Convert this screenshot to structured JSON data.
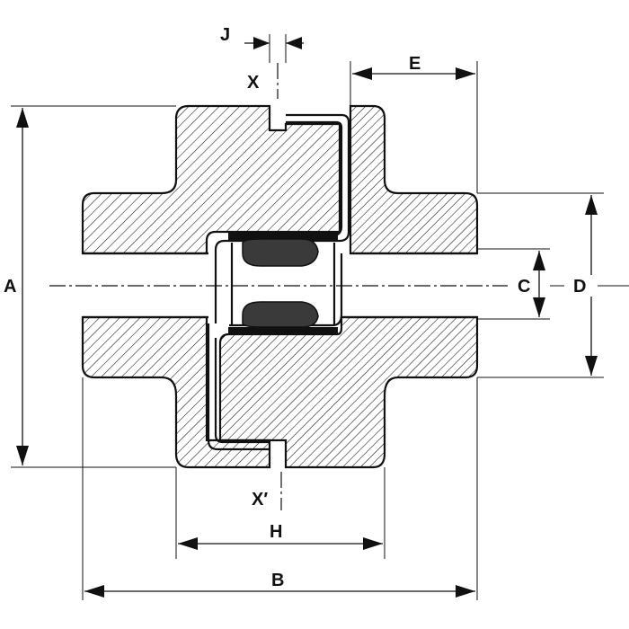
{
  "drawing": {
    "labels": {
      "A": "A",
      "B": "B",
      "C": "C",
      "D": "D",
      "E": "E",
      "H": "H",
      "J": "J",
      "X": "X",
      "X_prime": "X′"
    },
    "colors": {
      "ink": "#111111",
      "paper": "#ffffff",
      "elastomer": "#3a3a3a"
    }
  }
}
